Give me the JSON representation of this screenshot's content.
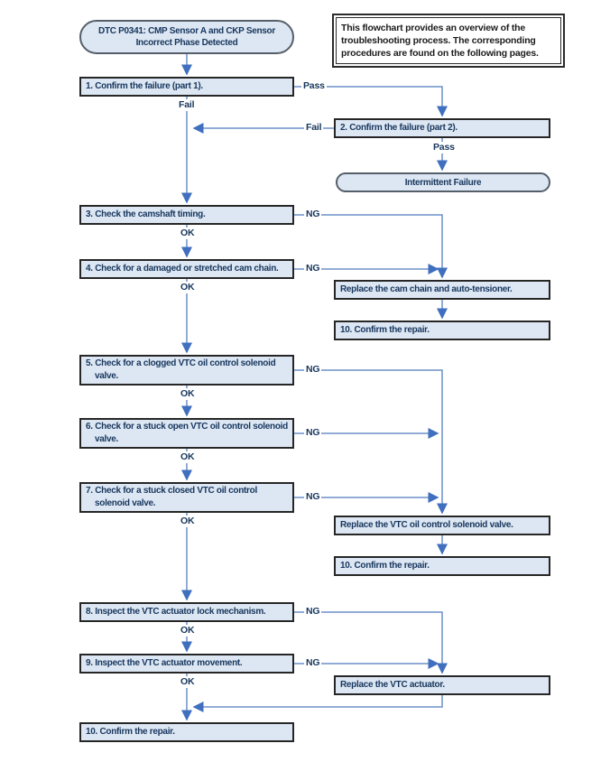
{
  "colors": {
    "node_fill": "#dde7f3",
    "node_border": "#262626",
    "terminator_border": "#555f6a",
    "connector_line": "#6b91c9",
    "arrowhead": "#3f6fbe",
    "text": "#17365d"
  },
  "start": {
    "text": "DTC P0341: CMP Sensor A and CKP Sensor Incorrect Phase Detected"
  },
  "note": {
    "text": "This flowchart provides an overview of the troubleshooting process. The corresponding procedures are found on the following pages."
  },
  "nodes": {
    "step1": "1. Confirm the failure (part 1).",
    "step2": "2. Confirm the failure (part 2).",
    "intermittent": "Intermittent Failure",
    "step3": "3. Check the camshaft timing.",
    "step4": "4. Check for a damaged or stretched cam chain.",
    "replace_cam_chain": "Replace the cam chain and auto-tensioner.",
    "confirm_repair_a": "10. Confirm the repair.",
    "step5": "5. Check for a clogged VTC oil control solenoid valve.",
    "step6": "6. Check for a stuck open VTC oil control solenoid valve.",
    "step7": "7. Check for a stuck closed VTC oil control solenoid valve.",
    "replace_solenoid": "Replace the VTC oil control solenoid valve.",
    "confirm_repair_b": "10. Confirm the repair.",
    "step8": "8. Inspect the VTC actuator lock mechanism.",
    "step9": "9. Inspect the VTC actuator movement.",
    "replace_actuator": "Replace the VTC actuator.",
    "step10": "10. Confirm the repair."
  },
  "labels": {
    "pass": "Pass",
    "fail": "Fail",
    "ng": "NG",
    "ok": "OK"
  }
}
